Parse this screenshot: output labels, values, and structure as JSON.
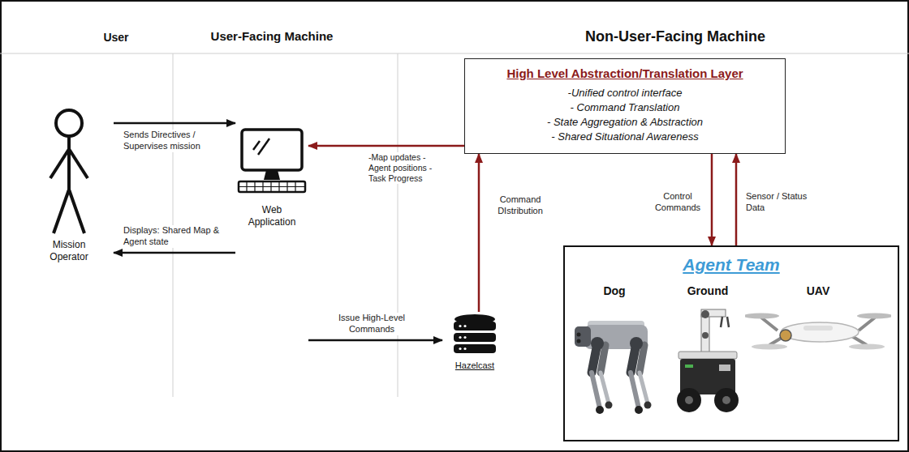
{
  "diagram": {
    "nodes": [
      {
        "text": [
          "Mission Operator"
        ]
      },
      {
        "text": [
          "Web Application"
        ]
      },
      {
        "text": [
          "High Level Abstraction/Translation Layer",
          "-Unified control interface",
          "- Command Translation",
          "- State Aggregation & Abstraction",
          "- Shared Situational Awareness"
        ]
      },
      {
        "text": [
          "Hazelcast"
        ]
      },
      {
        "text": [
          "Agent Team"
        ]
      },
      {
        "text": [
          "Dog"
        ],
        "in": 4
      },
      {
        "text": [
          "Ground"
        ],
        "in": 4
      },
      {
        "text": [
          "UAV"
        ],
        "in": 4
      }
    ],
    "edges": [
      {
        "from": 0,
        "to": 1,
        "arrow": "to",
        "label": "Sends Directives / Supervises mission"
      },
      {
        "from": 1,
        "to": 0,
        "arrow": "to",
        "label": "Displays: Shared Map & Agent state"
      },
      {
        "from": 2,
        "to": 1,
        "arrow": "to",
        "label": "-Map updates -Agent positions -Task Progress"
      },
      {
        "from": 1,
        "to": 3,
        "arrow": "to",
        "label": "Issue High-Level Commands"
      },
      {
        "from": 3,
        "to": 2,
        "arrow": "to",
        "label": "Command DIstribution"
      },
      {
        "from": 2,
        "to": 4,
        "arrow": "to",
        "label": "Control Commands"
      },
      {
        "from": 4,
        "to": 2,
        "arrow": "to",
        "label": "Sensor / Status Data"
      }
    ],
    "labels": [
      "User",
      "User-Facing Machine",
      "Non-User-Facing Machine"
    ]
  }
}
